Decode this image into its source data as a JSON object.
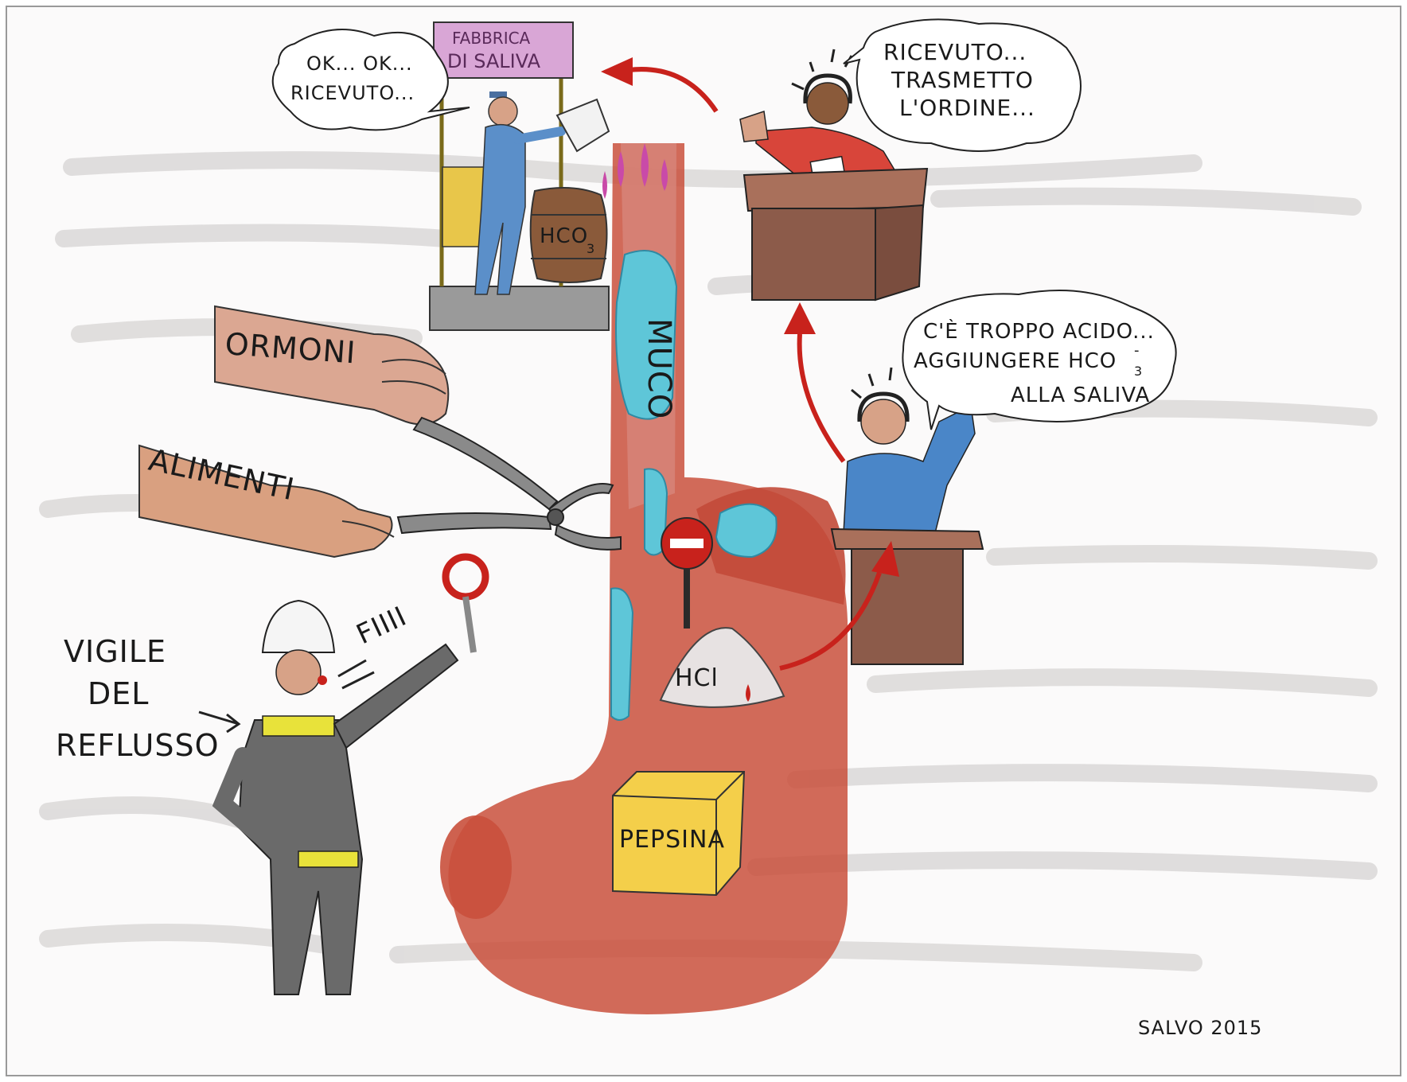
{
  "colors": {
    "paper": "#f1efee",
    "stomach": "#c9503c",
    "esophagus": "#d98a80",
    "mucus": "#5ec6d8",
    "sign_board": "#d9a6d6",
    "box": "#f4cf4a",
    "desk": "#8c5b4a",
    "arrow": "#c8221c",
    "officer_uniform": "#6a6a6a",
    "worker_uniform": "#5b8fc9",
    "red_operator": "#d8453a",
    "blue_operator": "#4a86c8",
    "skin": "#d7a287"
  },
  "factory": {
    "sign_line1": "FABBRICA",
    "sign_line2": "DI SALIVA",
    "barrel_label": "HCO",
    "barrel_sub": "3"
  },
  "worker_bubble": {
    "line1": "OK... OK...",
    "line2": "RICEVUTO..."
  },
  "top_operator_bubble": {
    "line1": "RICEVUTO...",
    "line2": "TRASMETTO",
    "line3": "L'ORDINE..."
  },
  "bottom_operator_bubble": {
    "line1": "C'È TROPPO ACIDO...",
    "line2": "AGGIUNGERE HCO",
    "line2_sub": "3",
    "line2_sup": "-",
    "line3": "ALLA SALIVA"
  },
  "hands": {
    "hormones": "ORMONI",
    "foods": "ALIMENTI"
  },
  "officer": {
    "label_line1": "VIGILE",
    "label_line2": "DEL",
    "label_line3": "REFLUSSO",
    "whistle": "FIIII"
  },
  "stomach": {
    "mucus_label": "MUCO",
    "acid_label": "HCl",
    "box_label": "PEPSINA"
  },
  "signature": "SALVO 2015",
  "icons": [
    "no-entry-sign-icon",
    "whistle-icon",
    "headset-icon",
    "barrel-icon",
    "pliers-icon",
    "bucket-icon"
  ]
}
